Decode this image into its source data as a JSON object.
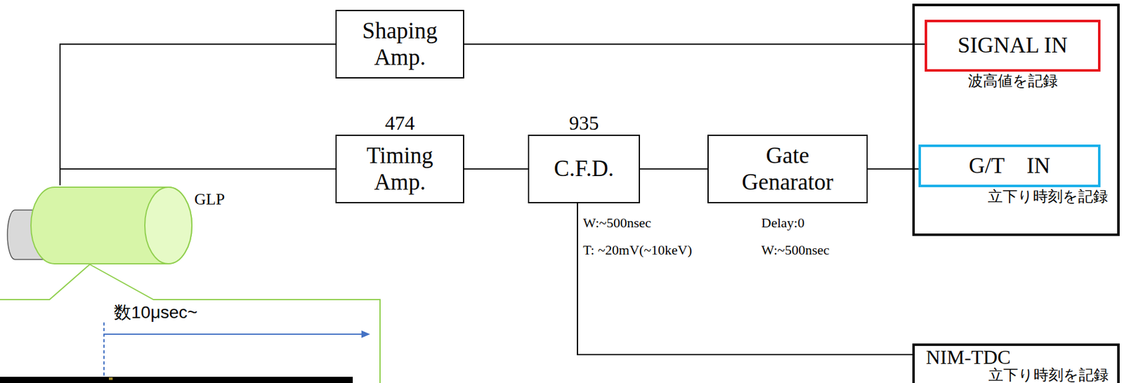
{
  "diagram": {
    "nodes": [
      {
        "text": [
          "GLP"
        ]
      },
      {
        "text": [
          "Shaping Amp."
        ]
      },
      {
        "text": [
          "474",
          "Timing Amp."
        ]
      },
      {
        "text": [
          "935",
          "C.F.D."
        ]
      },
      {
        "text": [
          "Gate Genarator"
        ]
      },
      {
        "text": [
          "SIGNAL IN",
          "波高値を記録"
        ]
      },
      {
        "text": [
          "G/T    IN",
          "立下り時刻を記録"
        ]
      },
      {
        "text": [
          "NIM-TDC",
          "立下り時刻を記録"
        ]
      }
    ],
    "edges": [
      {
        "from": 0,
        "to": 1,
        "arrow": "none"
      },
      {
        "from": 0,
        "to": 2,
        "arrow": "none"
      },
      {
        "from": 1,
        "to": 5,
        "arrow": "none"
      },
      {
        "from": 2,
        "to": 3,
        "arrow": "none"
      },
      {
        "from": 3,
        "to": 4,
        "arrow": "none"
      },
      {
        "from": 4,
        "to": 6,
        "arrow": "none"
      },
      {
        "from": 3,
        "to": 7,
        "arrow": "none"
      }
    ],
    "labels": [
      "W:~500nsec",
      "T: ~20mV(~10keV)",
      "Delay:0",
      "W:~500nsec",
      "数10μsec~"
    ]
  }
}
